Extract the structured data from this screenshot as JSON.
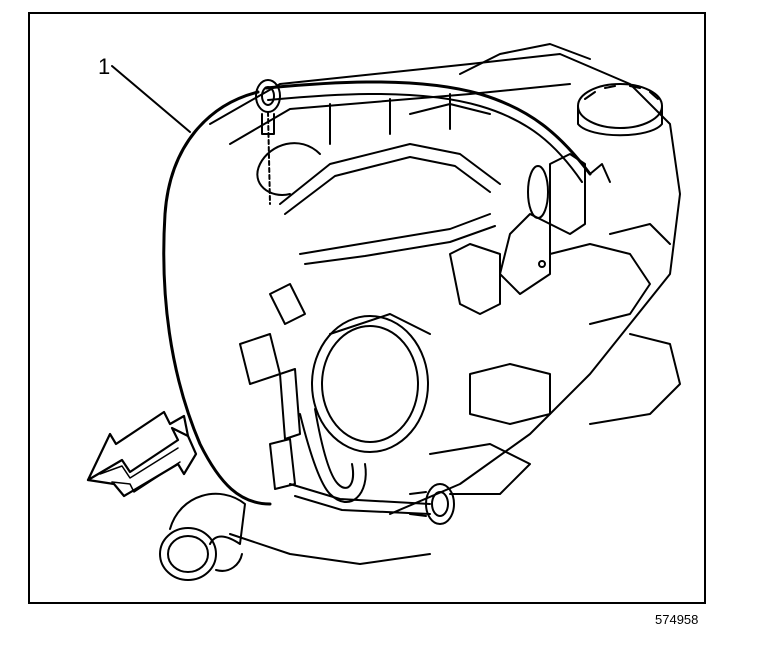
{
  "diagram": {
    "callouts": [
      {
        "id": "1",
        "label": "1"
      }
    ],
    "figure_number": "574958",
    "colors": {
      "line": "#000000",
      "background": "#ffffff"
    },
    "icons": [
      "direction-arrow-icon"
    ]
  }
}
